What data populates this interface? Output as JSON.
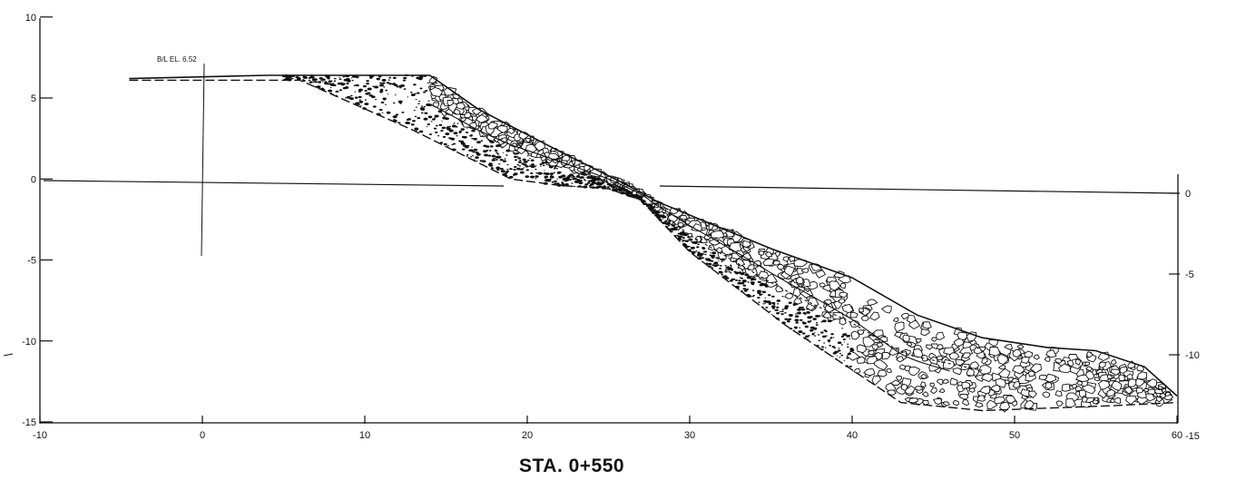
{
  "drawing": {
    "station_label": "STA. 0+550",
    "baseline_label": "B/L EL. 6.52",
    "left_axis_ticks": [
      "10",
      "5",
      "0",
      "-5",
      "-10",
      "-15"
    ],
    "right_axis_ticks": [
      "0",
      "-5",
      "-10",
      "-15"
    ],
    "x_axis_ticks": [
      "-10",
      "0",
      "10",
      "20",
      "30",
      "40",
      "50",
      "60"
    ]
  },
  "chart_data": {
    "type": "line",
    "xlim": [
      -10,
      60
    ],
    "ylim": [
      -15,
      10
    ],
    "series": [
      {
        "x": [
          -4.5,
          4,
          14,
          17,
          22,
          26,
          28,
          35,
          40,
          44,
          48,
          52,
          55,
          58,
          60
        ],
        "y": [
          6.2,
          6.4,
          6.4,
          4.3,
          1.7,
          -0.3,
          -1.4,
          -4.3,
          -6.1,
          -8.4,
          -9.8,
          -10.4,
          -10.6,
          -11.6,
          -13.4
        ]
      },
      {
        "x": [
          -4.5,
          6,
          13,
          19,
          22,
          25,
          27,
          30,
          36,
          43,
          48,
          56,
          60
        ],
        "y": [
          6.1,
          6.1,
          3.0,
          0.0,
          -0.4,
          -0.6,
          -1.3,
          -4.5,
          -9.1,
          -13.8,
          -14.3,
          -14.0,
          -13.8
        ]
      }
    ]
  }
}
